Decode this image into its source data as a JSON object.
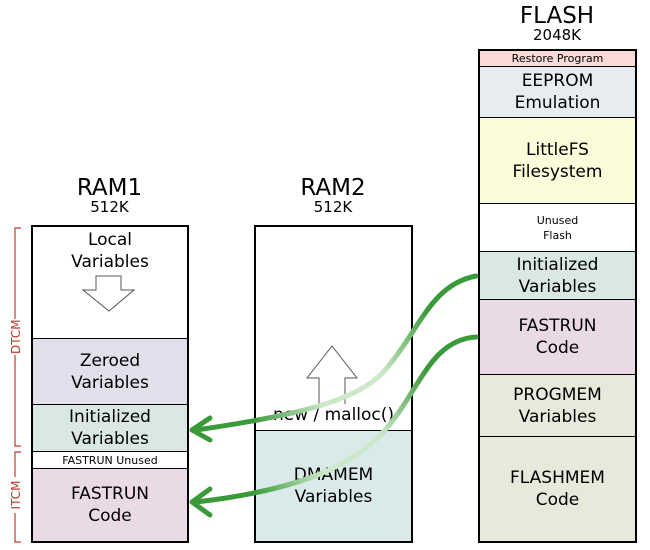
{
  "ram1": {
    "title": "RAM1",
    "size": "512K",
    "segments": {
      "local": "Local\nVariables",
      "zeroed": "Zeroed\nVariables",
      "initialized": "Initialized\nVariables",
      "fastrun_unused": "FASTRUN Unused",
      "fastrun": "FASTRUN\nCode"
    },
    "brackets": {
      "dtcm": "DTCM",
      "itcm": "ITCM"
    }
  },
  "ram2": {
    "title": "RAM2",
    "size": "512K",
    "segments": {
      "heap": "new / malloc()",
      "dmamem": "DMAMEM\nVariables"
    }
  },
  "flash": {
    "title": "FLASH",
    "size": "2048K",
    "segments": {
      "restore": "Restore Program",
      "eeprom": "EEPROM\nEmulation",
      "littlefs": "LittleFS\nFilesystem",
      "unused": "Unused\nFlash",
      "initialized": "Initialized\nVariables",
      "fastrun": "FASTRUN\nCode",
      "progmem": "PROGMEM\nVariables",
      "flashmem": "FLASHMEM\nCode"
    }
  },
  "colors": {
    "restore": "#fadbd8",
    "eeprom": "#e6ecf0",
    "littlefs": "#fbfcd9",
    "initialized": "#d9e8e1",
    "fastrun": "#e9dae6",
    "progmem": "#e8e8db",
    "zeroed": "#e0dfec",
    "dmamem": "#d9eae9",
    "arrow": "#3a9a3a",
    "bracket": "#c0392b"
  }
}
